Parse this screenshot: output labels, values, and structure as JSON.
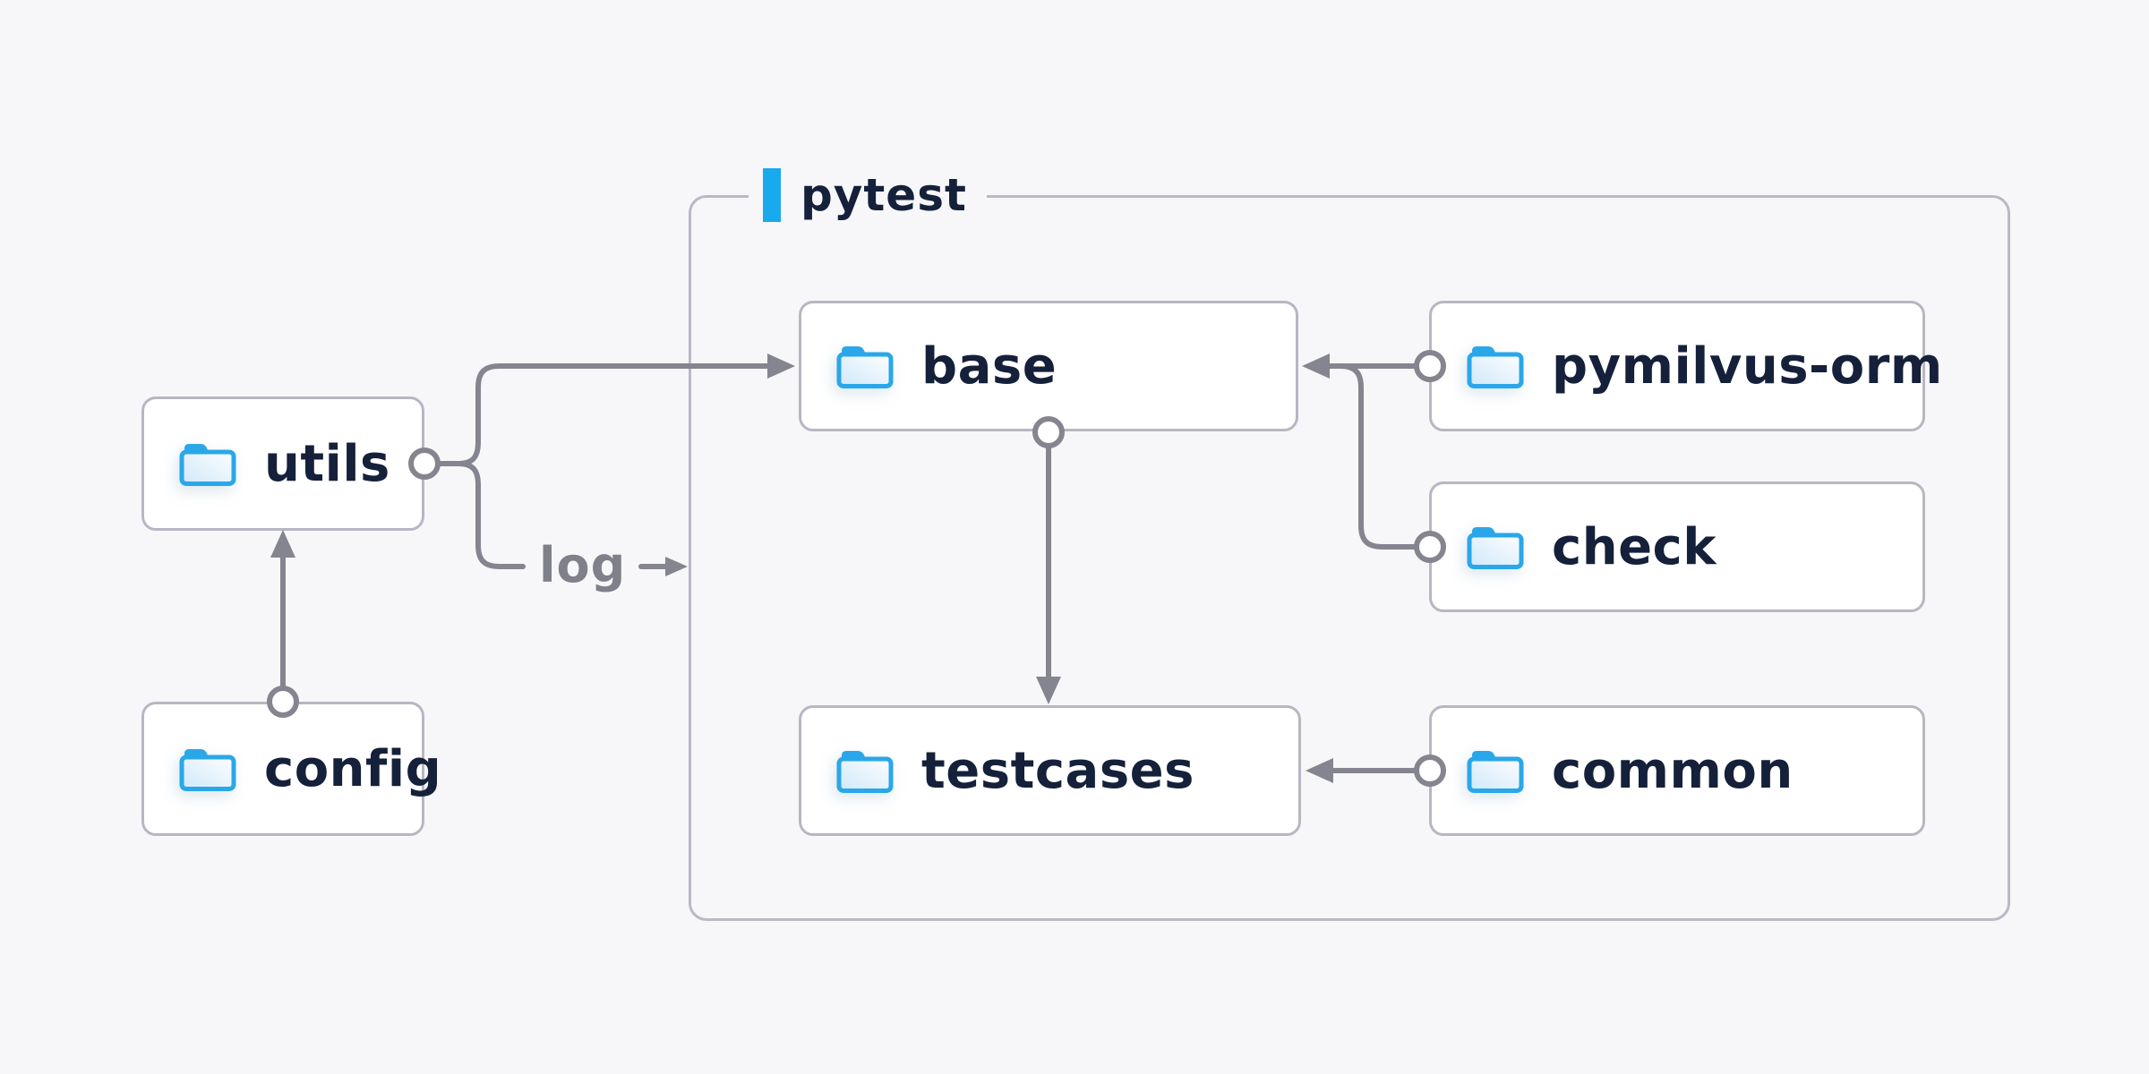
{
  "diagram": {
    "title_group": {
      "label": "pytest"
    },
    "nodes": {
      "utils": {
        "label": "utils"
      },
      "config": {
        "label": "config"
      },
      "base": {
        "label": "base"
      },
      "pymilvus": {
        "label": "pymilvus-orm"
      },
      "check": {
        "label": "check"
      },
      "testcases": {
        "label": "testcases"
      },
      "common": {
        "label": "common"
      }
    },
    "edges": {
      "log_label": "log",
      "list": [
        {
          "from": "config",
          "to": "utils"
        },
        {
          "from": "utils",
          "to": "base"
        },
        {
          "from": "utils",
          "to": "log"
        },
        {
          "from": "pymilvus-orm",
          "to": "base"
        },
        {
          "from": "check",
          "to": "base"
        },
        {
          "from": "base",
          "to": "testcases"
        },
        {
          "from": "common",
          "to": "testcases"
        }
      ]
    },
    "colors": {
      "background": "#f7f7f9",
      "accent_blue": "#18a9ef",
      "folder_blue": "#2aa7e9",
      "text_navy": "#15203a",
      "line_gray": "#85858f",
      "node_border": "#b7b7c3",
      "group_border": "#b9b9c6"
    },
    "icons": {
      "node_icon": "folder-icon"
    }
  }
}
